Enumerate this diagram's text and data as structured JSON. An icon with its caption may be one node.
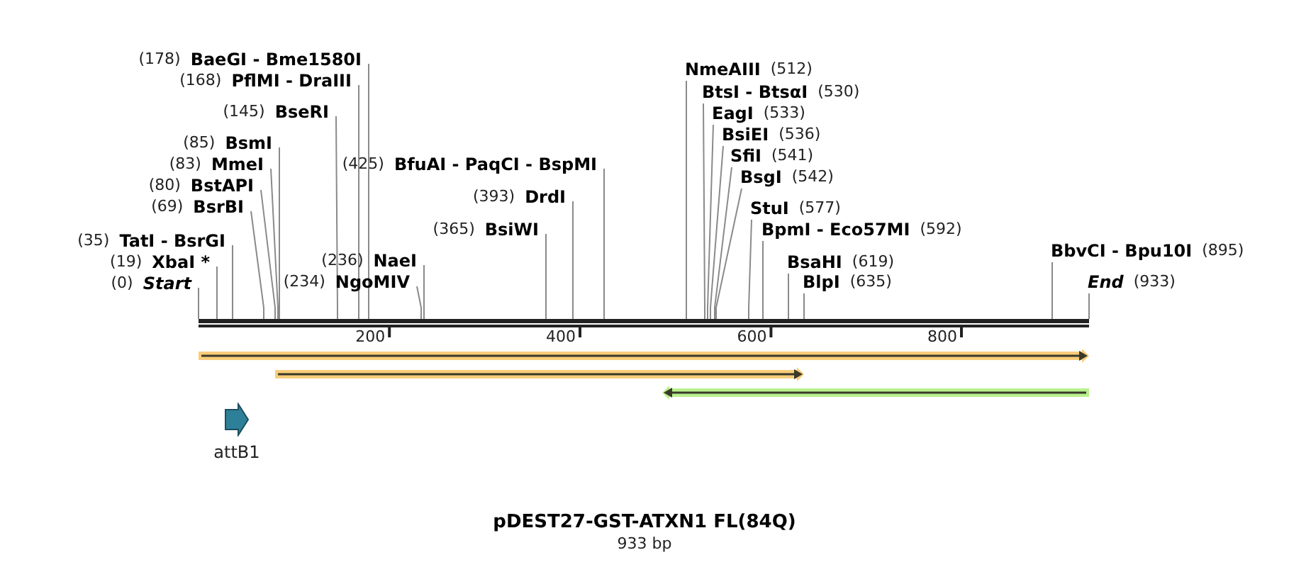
{
  "diagram": {
    "title": "pDEST27-GST-ATXN1 FL(84Q)",
    "caption": "933 bp",
    "nodes": [
      {
        "text": [],
        "shape": "bar"
      },
      {
        "text": [
          "(0)",
          "*Start*"
        ]
      },
      {
        "text": [
          "(19)",
          "XbaI *"
        ]
      },
      {
        "text": [
          "(35)",
          "TatI - BsrGI"
        ]
      },
      {
        "text": [
          "(69)",
          "BsrBI"
        ]
      },
      {
        "text": [
          "(80)",
          "BstAPI"
        ]
      },
      {
        "text": [
          "(83)",
          "MmeI"
        ]
      },
      {
        "text": [
          "(85)",
          "BsmI"
        ]
      },
      {
        "text": [
          "(145)",
          "BseRI"
        ]
      },
      {
        "text": [
          "(168)",
          "PflMI - DraIII"
        ]
      },
      {
        "text": [
          "(178)",
          "BaeGI - Bme1580I"
        ]
      },
      {
        "text": [
          "(234)",
          "NgoMIV"
        ]
      },
      {
        "text": [
          "(236)",
          "NaeI"
        ]
      },
      {
        "text": [
          "(365)",
          "BsiWI"
        ]
      },
      {
        "text": [
          "(393)",
          "DrdI"
        ]
      },
      {
        "text": [
          "(425)",
          "BfuAI - PaqCI - BspMI"
        ]
      },
      {
        "text": [
          "NmeAIII",
          "(512)"
        ]
      },
      {
        "text": [
          "BtsI - BtsαI",
          "(530)"
        ]
      },
      {
        "text": [
          "EagI",
          "(533)"
        ]
      },
      {
        "text": [
          "BsiEI",
          "(536)"
        ]
      },
      {
        "text": [
          "SfiI",
          "(541)"
        ]
      },
      {
        "text": [
          "BsgI",
          "(542)"
        ]
      },
      {
        "text": [
          "StuI",
          "(577)"
        ]
      },
      {
        "text": [
          "BpmI - Eco57MI",
          "(592)"
        ]
      },
      {
        "text": [
          "BsaHI",
          "(619)"
        ]
      },
      {
        "text": [
          "BlpI",
          "(635)"
        ]
      },
      {
        "text": [
          "BbvCI - Bpu10I",
          "(895)"
        ]
      },
      {
        "text": [
          "*End*",
          "(933)"
        ]
      },
      {
        "text": [],
        "shape": "arrow"
      },
      {
        "text": [],
        "shape": "arrow"
      },
      {
        "text": [],
        "shape": "arrow"
      },
      {
        "text": [
          "attB1"
        ]
      }
    ],
    "edges": [
      {
        "from": 1,
        "to": 0,
        "arrow": "none"
      },
      {
        "from": 2,
        "to": 0,
        "arrow": "none"
      },
      {
        "from": 3,
        "to": 0,
        "arrow": "none"
      },
      {
        "from": 4,
        "to": 0,
        "arrow": "none"
      },
      {
        "from": 5,
        "to": 0,
        "arrow": "none"
      },
      {
        "from": 6,
        "to": 0,
        "arrow": "none"
      },
      {
        "from": 7,
        "to": 0,
        "arrow": "none"
      },
      {
        "from": 8,
        "to": 0,
        "arrow": "none"
      },
      {
        "from": 9,
        "to": 0,
        "arrow": "none"
      },
      {
        "from": 10,
        "to": 0,
        "arrow": "none"
      },
      {
        "from": 11,
        "to": 0,
        "arrow": "none"
      },
      {
        "from": 12,
        "to": 0,
        "arrow": "none"
      },
      {
        "from": 13,
        "to": 0,
        "arrow": "none"
      },
      {
        "from": 14,
        "to": 0,
        "arrow": "none"
      },
      {
        "from": 15,
        "to": 0,
        "arrow": "none"
      },
      {
        "from": 16,
        "to": 0,
        "arrow": "none"
      },
      {
        "from": 17,
        "to": 0,
        "arrow": "none"
      },
      {
        "from": 18,
        "to": 0,
        "arrow": "none"
      },
      {
        "from": 19,
        "to": 0,
        "arrow": "none"
      },
      {
        "from": 20,
        "to": 0,
        "arrow": "none"
      },
      {
        "from": 21,
        "to": 0,
        "arrow": "none"
      },
      {
        "from": 22,
        "to": 0,
        "arrow": "none"
      },
      {
        "from": 23,
        "to": 0,
        "arrow": "none"
      },
      {
        "from": 24,
        "to": 0,
        "arrow": "none"
      },
      {
        "from": 25,
        "to": 0,
        "arrow": "none"
      },
      {
        "from": 26,
        "to": 0,
        "arrow": "none"
      },
      {
        "from": 27,
        "to": 0,
        "arrow": "none"
      }
    ],
    "labels": [
      "200",
      "400",
      "600",
      "800"
    ]
  }
}
